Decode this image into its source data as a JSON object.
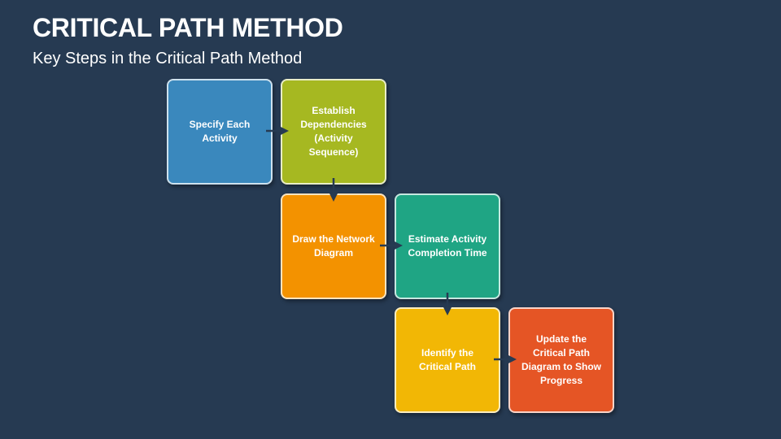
{
  "header": {
    "title": "CRITICAL PATH METHOD",
    "subtitle": "Key Steps in the Critical Path Method"
  },
  "steps": [
    {
      "label": "Specify Each Activity",
      "color": "#3a88bd"
    },
    {
      "label": "Establish Dependencies (Activity Sequence)",
      "color": "#a6b821"
    },
    {
      "label": "Draw the Network Diagram",
      "color": "#f39200"
    },
    {
      "label": "Estimate Activity Completion Time",
      "color": "#1fa584"
    },
    {
      "label": "Identify the Critical Path",
      "color": "#f2b705"
    },
    {
      "label": "Update the Critical Path Diagram to Show Progress",
      "color": "#e55525"
    }
  ],
  "colors": {
    "background": "#263a52",
    "connector": "#263a52"
  }
}
